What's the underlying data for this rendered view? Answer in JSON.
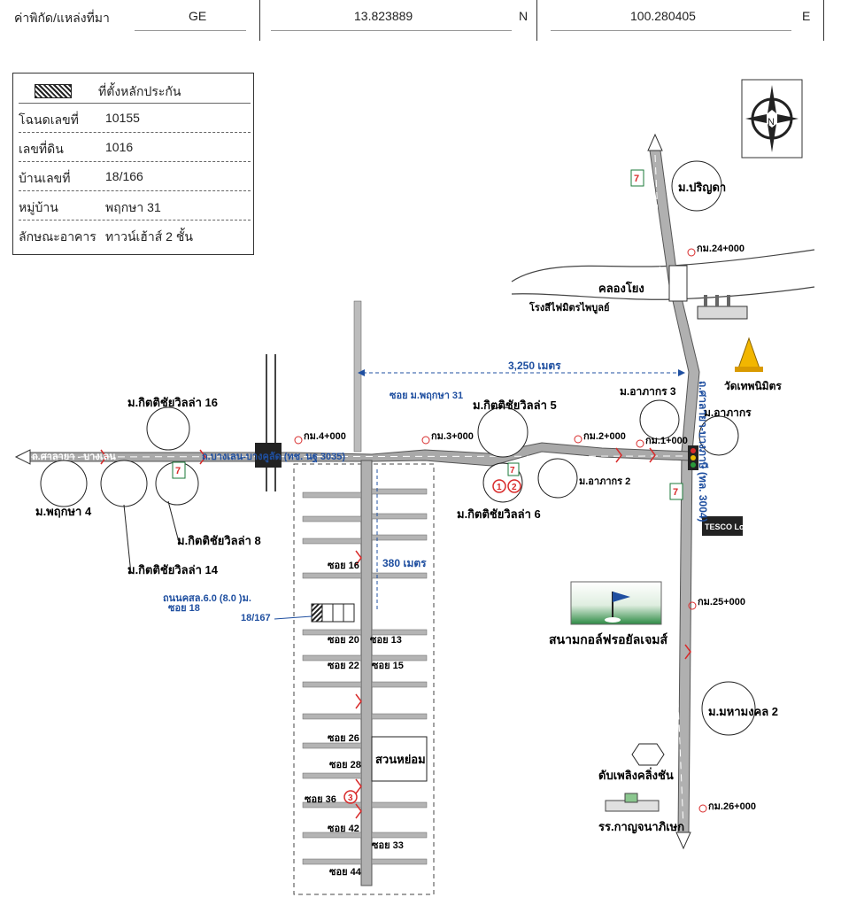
{
  "header": {
    "label": "ค่าพิกัด/แหล่งที่มา",
    "source": "GE",
    "latitude": "13.823889",
    "lat_dir": "N",
    "longitude": "100.280405",
    "lon_dir": "E"
  },
  "legend": {
    "pin_label": "ที่ตั้งหลักประกัน",
    "rows": [
      {
        "key": "โฉนดเลขที่",
        "value": "10155"
      },
      {
        "key": "เลขที่ดิน",
        "value": "1016"
      },
      {
        "key": "บ้านเลขที่",
        "value": "18/166"
      },
      {
        "key": "หมู่บ้าน",
        "value": "พฤกษา 31"
      },
      {
        "key": "ลักษณะอาคาร",
        "value": "ทาวน์เฮ้าส์ 2 ชั้น"
      }
    ]
  },
  "map": {
    "compass": "N",
    "main_road": "ถ.ศาลายา-บางภาษี (ทล. 3004)",
    "road_km4": "ถ.ศาลายา - บางเลน",
    "road_bangplam": "ถ.บางเลน-บางคูลัด (ทช. นฐ 3035)",
    "canal": "คลองโยง",
    "factory": "โรงสีไฟมิตรไพบูลย์",
    "temple": "วัดเทพนิมิตร",
    "distance_top": "3,250 เมตร",
    "distance_soi": "380 เมตร",
    "soi_entrance": "ซอย ม.พฤกษา 31",
    "inner_road": "ถนนคสล.6.0 (8.0 )ม.",
    "soi_18": "ซอย 18",
    "subject_house": "18/167",
    "park": "สวนหย่อม",
    "golf": "สนามกอล์ฟรอยัลเจมส์",
    "tesco": "TESCO Lotus",
    "seven": "7",
    "fire_station": "ดับเพลิงคลิ่งชัน",
    "school": "รร.กาญจนาภิเษก",
    "villages": {
      "pridadi": "ม.ปริญดา",
      "arthakorn3": "ม.อาภากร 3",
      "arthakorn": "ม.อาภากร",
      "arthakorn2": "ม.อาภากร 2",
      "kit16": "ม.กิตติชัยวิลล่า 16",
      "kit5": "ม.กิตติชัยวิลล่า 5",
      "kit6": "ม.กิตติชัยวิลล่า 6",
      "kit8": "ม.กิตติชัยวิลล่า 8",
      "kit14": "ม.กิตติชัยวิลล่า 14",
      "pruksa4": "ม.พฤกษา 4",
      "mahamongkol2": "ม.มหามงคล 2"
    },
    "km_markers": [
      "กม.4+000",
      "กม.3+000",
      "กม.2+000",
      "กม.1+000",
      "กม.24+000",
      "กม.25+000",
      "กม.26+000"
    ],
    "sois": [
      "ซอย 16",
      "ซอย 20",
      "ซอย 13",
      "ซอย 22",
      "ซอย 15",
      "ซอย 26",
      "ซอย 28",
      "ซอย 36",
      "ซอย 42",
      "ซอย 33",
      "ซอย 44"
    ],
    "markers": [
      "1",
      "2",
      "3"
    ],
    "colors": {
      "road": "#a9a9a9",
      "blue_text": "#1f4fa0",
      "red": "#d82b2b",
      "green": "#1b7a3a"
    }
  }
}
